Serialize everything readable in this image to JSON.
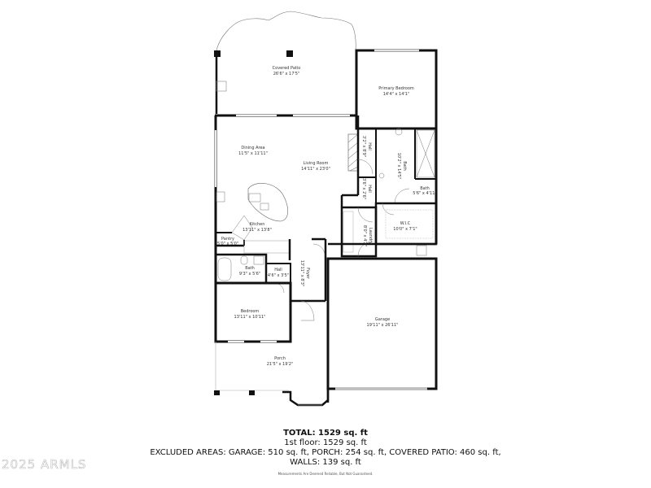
{
  "plan": {
    "rooms": {
      "covered_patio": {
        "name": "Covered Patio",
        "dims": "26'6\" x 17'5\""
      },
      "primary_bedroom": {
        "name": "Primary Bedroom",
        "dims": "14'4\" x 14'1\""
      },
      "dining_area": {
        "name": "Dining Area",
        "dims": "11'5\" x 11'11\""
      },
      "living_room": {
        "name": "Living Room",
        "dims": "14'11\" x 23'0\""
      },
      "kitchen": {
        "name": "Kitchen",
        "dims": "13'11\" x 13'8\""
      },
      "pantry": {
        "name": "Pantry",
        "dims": "5'0\" x 5'0\""
      },
      "hall_upper": {
        "name": "Hall",
        "dims": "3'2\" x 8'9\""
      },
      "hall_middle": {
        "name": "Hall",
        "dims": "3'6\" x 2'6\""
      },
      "primary_bath": {
        "name": "Bath",
        "dims": "10'2\" x 14'5\""
      },
      "bath_small": {
        "name": "Bath",
        "dims": "5'6\" x 4'11\""
      },
      "wic": {
        "name": "W.I.C",
        "dims": "10'0\" x 7'1\""
      },
      "laundry": {
        "name": "Laundry",
        "dims": "8'0\" x 4'2\""
      },
      "bath_guest": {
        "name": "Bath",
        "dims": "9'3\" x 5'6\""
      },
      "hall_lower": {
        "name": "Hall",
        "dims": "4'6\" x 3'5\""
      },
      "foyer": {
        "name": "Foyer",
        "dims": "13'11\" x 8'3\""
      },
      "bedroom": {
        "name": "Bedroom",
        "dims": "13'11\" x 10'11\""
      },
      "garage": {
        "name": "Garage",
        "dims": "19'11\" x 26'11\""
      },
      "porch": {
        "name": "Porch",
        "dims": "21'5\" x 19'2\""
      }
    }
  },
  "summary": {
    "total": "TOTAL: 1529 sq. ft",
    "floor": "1st floor: 1529 sq. ft",
    "excluded": "EXCLUDED AREAS: GARAGE: 510 sq. ft, PORCH: 254 sq. ft, COVERED PATIO: 460 sq. ft,",
    "walls": "WALLS: 139 sq. ft",
    "disclaimer": "Measurements Are Deemed Reliable, But Not Guaranteed."
  },
  "watermark": "2025 ARMLS",
  "colors": {
    "wall": "#111111",
    "line": "#888888",
    "background": "#ffffff"
  }
}
